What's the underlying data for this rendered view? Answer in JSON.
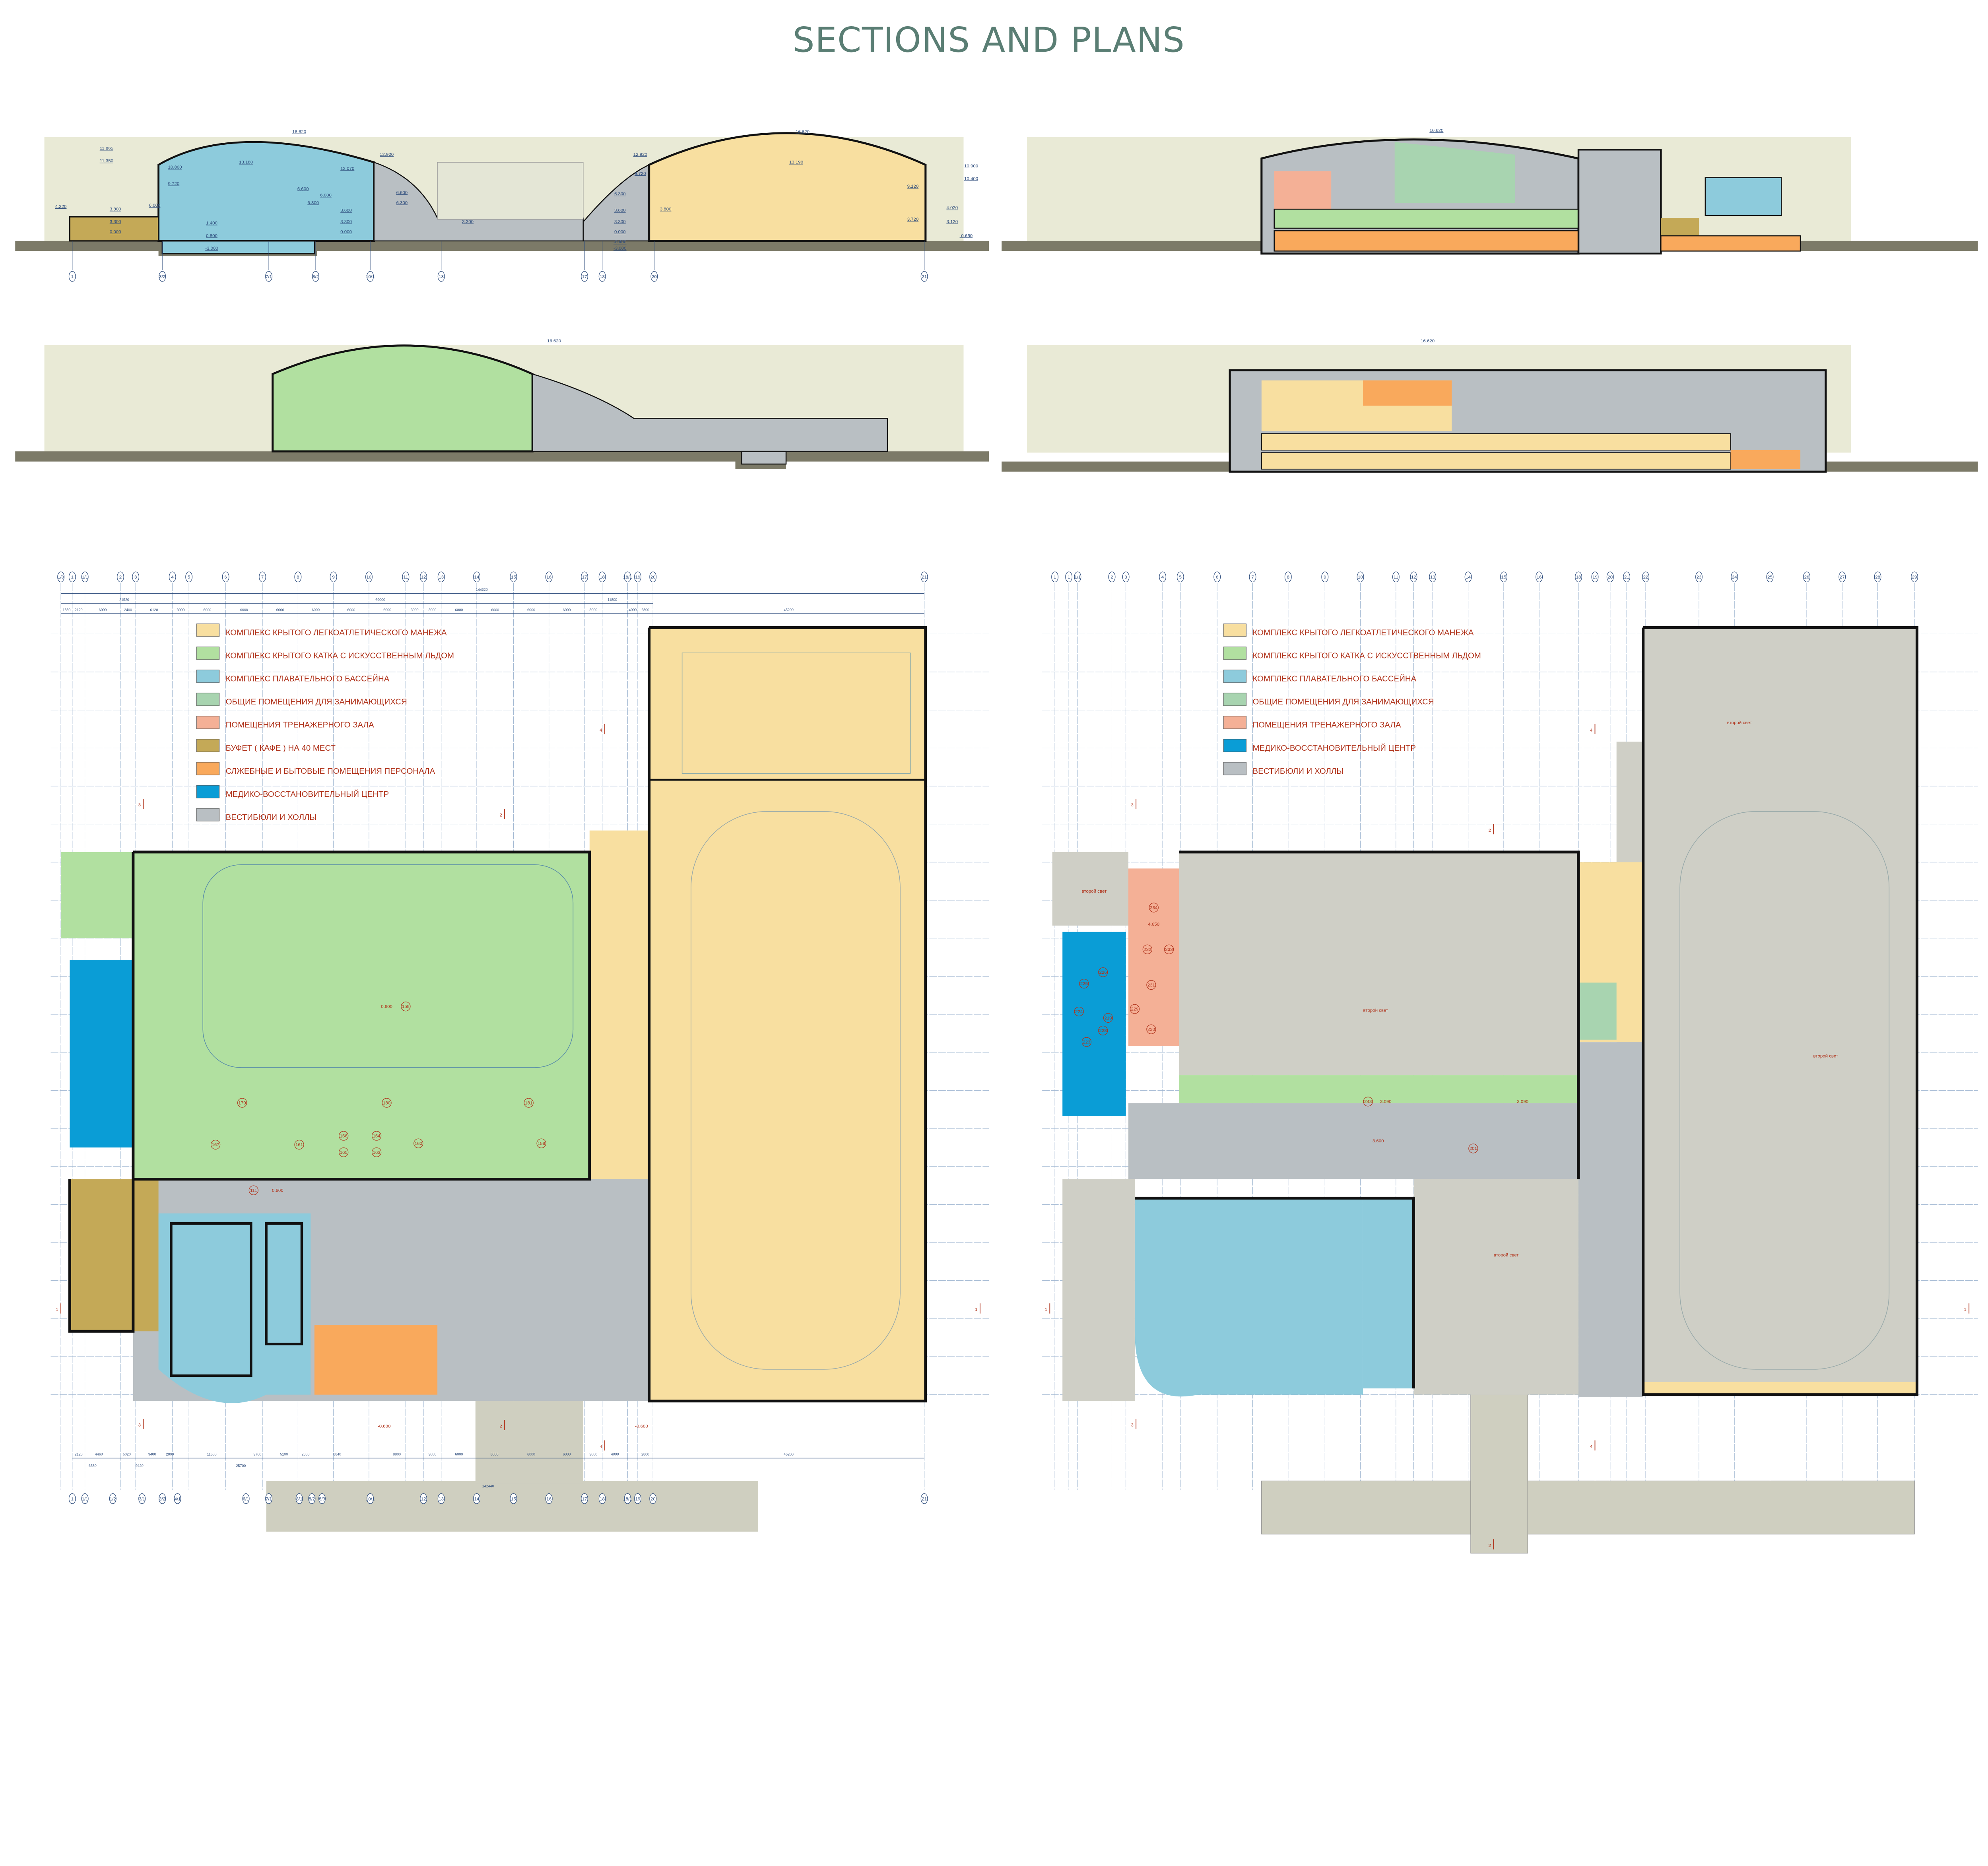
{
  "title": "SECTIONS AND PLANS",
  "colors": {
    "athletics_arena": "#f8dfa0",
    "ice_rink": "#b1e0a0",
    "swimming_pool": "#8dcbdc",
    "common_rooms": "#a8d4b0",
    "gym_rooms": "#f4b096",
    "cafe": "#c4a957",
    "staff_rooms": "#f9a95c",
    "medical_center": "#0a9dd6",
    "lobbies": "#b9bfc3",
    "facade": "#e9ead6",
    "ground": "#7c7a68",
    "label_red": "#b0321a",
    "axis_blue": "#2d4c7c"
  },
  "legend_left": [
    {
      "label": "КОМПЛЕКС КРЫТОГО ЛЕГКОАТЛЕТИЧЕСКОГО МАНЕЖА",
      "color": "#f8dfa0"
    },
    {
      "label": "КОМПЛЕКС КРЫТОГО КАТКА С ИСКУССТВЕННЫМ ЛЬДОМ",
      "color": "#b1e0a0"
    },
    {
      "label": "КОМПЛЕКС ПЛАВАТЕЛЬНОГО БАССЕЙНА",
      "color": "#8dcbdc"
    },
    {
      "label": "ОБЩИЕ ПОМЕЩЕНИЯ ДЛЯ ЗАНИМАЮЩИХСЯ",
      "color": "#a8d4b0"
    },
    {
      "label": "ПОМЕЩЕНИЯ ТРЕНАЖЕРНОГО ЗАЛА",
      "color": "#f4b096"
    },
    {
      "label": "БУФЕТ ( КАФЕ ) НА 40 МЕСТ",
      "color": "#c4a957"
    },
    {
      "label": "СЛЖЕБНЫЕ И БЫТОВЫЕ ПОМЕЩЕНИЯ ПЕРСОНАЛА",
      "color": "#f9a95c"
    },
    {
      "label": "МЕДИКО-ВОССТАНОВИТЕЛЬНЫЙ ЦЕНТР",
      "color": "#0a9dd6"
    },
    {
      "label": "ВЕСТИБЮЛИ И ХОЛЛЫ",
      "color": "#b9bfc3"
    }
  ],
  "legend_right": [
    {
      "label": "КОМПЛЕКС КРЫТОГО ЛЕГКОАТЛЕТИЧЕСКОГО МАНЕЖА",
      "color": "#f8dfa0"
    },
    {
      "label": "КОМПЛЕКС КРЫТОГО КАТКА С ИСКУССТВЕННЫМ ЛЬДОМ",
      "color": "#b1e0a0"
    },
    {
      "label": "КОМПЛЕКС ПЛАВАТЕЛЬНОГО БАССЕЙНА",
      "color": "#8dcbdc"
    },
    {
      "label": "ОБЩИЕ ПОМЕЩЕНИЯ ДЛЯ ЗАНИМАЮЩИХСЯ",
      "color": "#a8d4b0"
    },
    {
      "label": "ПОМЕЩЕНИЯ ТРЕНАЖЕРНОГО ЗАЛА",
      "color": "#f4b096"
    },
    {
      "label": "МЕДИКО-ВОССТАНОВИТЕЛЬНЫЙ ЦЕНТР",
      "color": "#0a9dd6"
    },
    {
      "label": "ВЕСТИБЮЛИ И ХОЛЛЫ",
      "color": "#b9bfc3"
    }
  ],
  "section_1": {
    "elevations": [
      "16.620",
      "11.865",
      "11.350",
      "13.180",
      "10.800",
      "12.070",
      "12.920",
      "9.720",
      "6.600",
      "6.000",
      "6.300",
      "6.600",
      "6.300",
      "4.220",
      "3.800",
      "6.000",
      "3.600",
      "3.300",
      "3.300",
      "3.300",
      "1.400",
      "0.000",
      "0.000",
      "0.800",
      "-3.000",
      "16.620",
      "12.920",
      "13.190",
      "9.720",
      "10.900",
      "10.400",
      "9.120",
      "6.300",
      "3.800",
      "3.600",
      "4.020",
      "3.720",
      "3.120",
      "3.300",
      "0.000",
      "-0.400",
      "-3.000",
      "-0.650"
    ],
    "axes": [
      "1",
      "3/2",
      "7/1",
      "8/2",
      "10/1",
      "13",
      "17",
      "18",
      "20",
      "21"
    ]
  },
  "section_2": {
    "elevations": [
      "16.620"
    ]
  },
  "section_3": {
    "elevations": [
      "16.620"
    ]
  },
  "section_4": {
    "elevations": [
      "16.620"
    ]
  },
  "plan_left": {
    "axes_top": [
      "1/0",
      "1",
      "1/1",
      "2",
      "3",
      "4",
      "5",
      "6",
      "7",
      "8",
      "9",
      "10",
      "11",
      "12",
      "13",
      "14",
      "15",
      "16",
      "17",
      "18",
      "18/1",
      "19",
      "20",
      "21"
    ],
    "axes_bottom": [
      "1",
      "1/1",
      "1/2",
      "3/1",
      "3/2",
      "4/1",
      "6/1",
      "7/1",
      "8/1",
      "8/2",
      "8/3",
      "10/1",
      "12",
      "13",
      "14",
      "15",
      "16",
      "17",
      "18",
      "18/1",
      "19",
      "20",
      "21"
    ],
    "dims_overall": "144320",
    "dims_groups": [
      "21520",
      "69000",
      "11800"
    ],
    "dims_top": [
      "1880",
      "2120",
      "6000",
      "2400",
      "6120",
      "3000",
      "6000",
      "6000",
      "6000",
      "6000",
      "6000",
      "6000",
      "3000",
      "3000",
      "6000",
      "6000",
      "6000",
      "6000",
      "3000",
      "4000",
      "2800",
      "45200"
    ],
    "dims_bottom": [
      "2120",
      "4460",
      "5020",
      "3400",
      "2800",
      "11500",
      "3700",
      "5100",
      "2800",
      "8840",
      "8800",
      "3000",
      "6000",
      "6000",
      "6000",
      "6000",
      "3000",
      "4000",
      "2800",
      "45200"
    ],
    "dims_bottom_groups": [
      "6580",
      "9420",
      "25700",
      "142440"
    ],
    "rooms": [
      "158",
      "0.600",
      "179",
      "180",
      "181",
      "167",
      "161",
      "166",
      "165",
      "164",
      "163",
      "160",
      "159",
      "111",
      "0.600",
      "-0.600",
      "-0.600"
    ],
    "section_marks": [
      "2",
      "2",
      "3",
      "3",
      "4",
      "4",
      "1",
      "1"
    ]
  },
  "plan_right": {
    "axes_top": [
      "1",
      "1",
      "1/1",
      "2",
      "3",
      "4",
      "5",
      "6",
      "7",
      "8",
      "9",
      "10",
      "11",
      "12",
      "13",
      "14",
      "15",
      "16",
      "18",
      "19",
      "20",
      "21",
      "22",
      "23",
      "24",
      "25",
      "26",
      "27",
      "28",
      "29"
    ],
    "rooms": [
      "второй свет",
      "234",
      "4.650",
      "232",
      "233",
      "231",
      "229",
      "230",
      "226",
      "225",
      "224",
      "219",
      "228",
      "223",
      "243",
      "3.090",
      "3.090",
      "3.600",
      "201",
      "второй свет",
      "второй свет",
      "второй свет",
      "второй свет"
    ],
    "section_marks": [
      "2",
      "3",
      "3",
      "4",
      "4",
      "1",
      "1",
      "2"
    ]
  }
}
